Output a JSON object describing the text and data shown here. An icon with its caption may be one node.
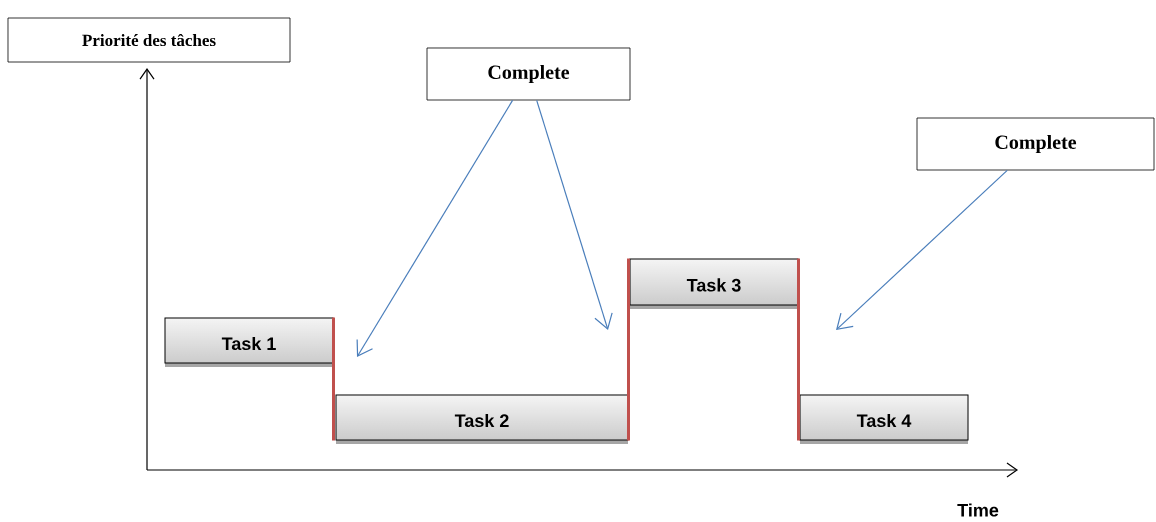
{
  "diagram": {
    "nodes": [
      {
        "text": [
          "Priorité des tâches"
        ]
      },
      {
        "text": [
          "Complete"
        ]
      },
      {
        "text": [
          "Complete"
        ]
      },
      {
        "text": [
          "Task 1"
        ]
      },
      {
        "text": [
          "Task 2"
        ]
      },
      {
        "text": [
          "Task 3"
        ]
      },
      {
        "text": [
          "Task 4"
        ]
      }
    ],
    "edges": [
      {
        "from": 1,
        "to": null,
        "arrow": "to",
        "color": "#4a7ebb"
      },
      {
        "from": 1,
        "to": null,
        "arrow": "to",
        "color": "#4a7ebb"
      },
      {
        "from": 2,
        "to": null,
        "arrow": "to",
        "color": "#4a7ebb"
      },
      {
        "from": 3,
        "to": 4,
        "arrow": "none",
        "style": "thick",
        "color": "#c0504d"
      },
      {
        "from": 4,
        "to": 5,
        "arrow": "none",
        "style": "thick",
        "color": "#c0504d"
      },
      {
        "from": 5,
        "to": 6,
        "arrow": "none",
        "style": "thick",
        "color": "#c0504d"
      }
    ],
    "labels": [
      "Time"
    ]
  }
}
